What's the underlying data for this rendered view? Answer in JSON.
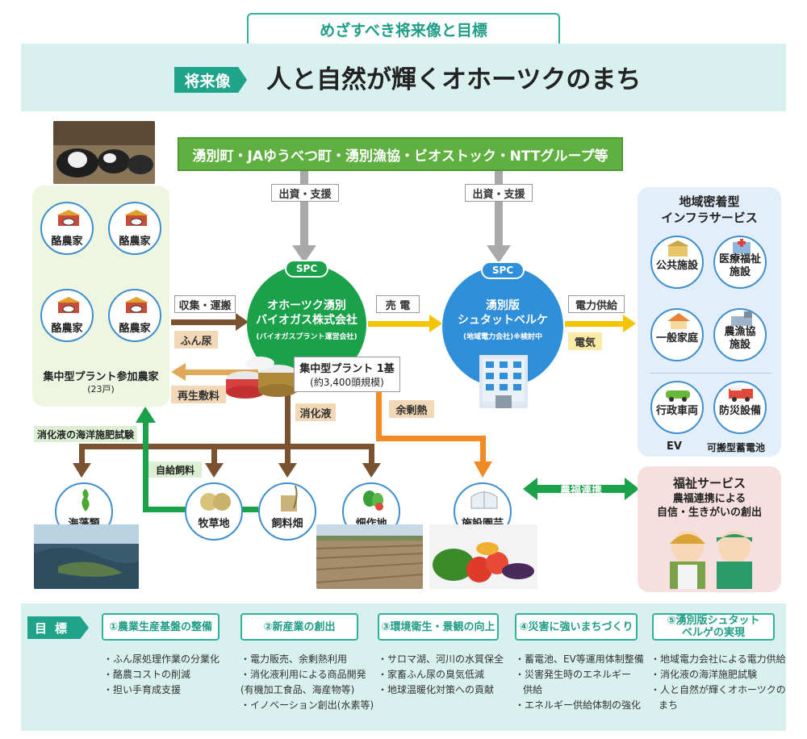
{
  "header": {
    "tab_title": "めざすべき将来像と目標",
    "vision_label": "将来像",
    "vision_text": "人と自然が輝くオホーツクのまち"
  },
  "partners": "湧別町・JAゆうべつ町・湧別漁協・ビオストック・NTTグループ等",
  "investment_label_1": "出資・支援",
  "investment_label_2": "出資・支援",
  "farmers": {
    "items": [
      "酪農家",
      "酪農家",
      "酪農家",
      "酪農家"
    ],
    "caption": "集中型プラント参加農家",
    "count": "(23戸)"
  },
  "flows": {
    "collect": "収集・運搬",
    "manure": "ふん尿",
    "recycled_bedding": "再生敷料",
    "sell_power": "売 電",
    "power_supply": "電力供給",
    "electricity": "電気",
    "digestate": "消化液",
    "surplus_heat": "余剰熱",
    "self_feed": "自給飼料",
    "sea_fertilizer_test": "消化液の海洋施肥試験",
    "agri_welfare": "農福連携"
  },
  "spc1": {
    "tag": "SPC",
    "name_line1": "オホーツク湧別",
    "name_line2": "バイオガス株式会社",
    "sub": "(バイオガスプラント運営会社)"
  },
  "plant": {
    "line1": "集中型プラント 1基",
    "line2": "(約3,400頭規模)"
  },
  "spc2": {
    "tag": "SPC",
    "name_line1": "湧別版",
    "name_line2": "シュタットベルケ",
    "sub": "(地域電力会社)※検討中"
  },
  "infra": {
    "title_line1": "地域密着型",
    "title_line2": "インフラサービス",
    "public": "公共施設",
    "medical_line1": "医療福祉",
    "medical_line2": "施設",
    "household": "一般家庭",
    "coop_line1": "農漁協",
    "coop_line2": "施設",
    "vehicle": "行政車両",
    "disaster": "防災設備",
    "ev": "EV",
    "battery": "可搬型蓄電池"
  },
  "welfare": {
    "title": "福祉サービス",
    "desc_line1": "農福連携による",
    "desc_line2": "自信・生きがいの創出"
  },
  "fields": {
    "seaweed": "海藻類",
    "pasture": "牧草地",
    "feed_field": "飼料畑",
    "crop_field": "畑作地",
    "greenhouse": "施設園芸"
  },
  "goals": {
    "tag": "目標",
    "items": [
      {
        "head": "①農業生産基盤の整備",
        "lines": [
          "・ふん尿処理作業の分業化",
          "・酪農コストの削減",
          "・担い手育成支援"
        ]
      },
      {
        "head": "②新産業の創出",
        "lines": [
          "・電力販売、余剰熱利用",
          "・消化液利用による商品開発",
          "(有機加工食品、海産物等)",
          "・イノベーション創出(水素等)"
        ]
      },
      {
        "head": "③環境衛生・景観の向上",
        "lines": [
          "・サロマ湖、河川の水質保全",
          "・家畜ふん尿の臭気低減",
          "・地球温暖化対策への貢献"
        ]
      },
      {
        "head": "④災害に強いまちづくり",
        "lines": [
          "・蓄電池、EV等運用体制整備",
          "・災害発生時のエネルギー",
          "供給",
          "・エネルギー供給体制の強化"
        ]
      },
      {
        "head_line1": "⑤湧別版シュタット",
        "head_line2": "ベルゲの実現",
        "lines": [
          "・地域電力会社による電力供給",
          "・消化液の海洋施肥試験",
          "・人と自然が輝くオホーツクの",
          "まち"
        ]
      }
    ]
  },
  "colors": {
    "teal": "#1fa38b",
    "green": "#5fb041",
    "brown": "#7a5230",
    "orange": "#f08a24",
    "yellow": "#f5c400",
    "blue": "#2f8fd8"
  }
}
